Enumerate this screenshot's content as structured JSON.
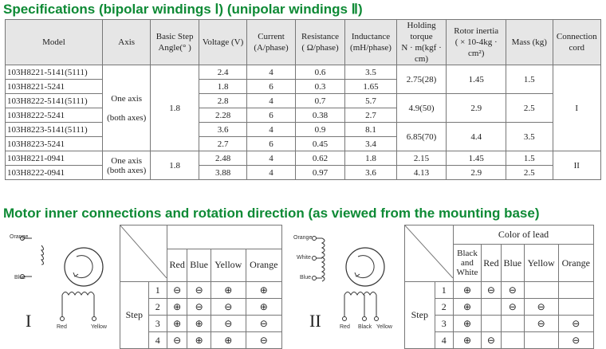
{
  "title1": "Specifications (bipolar windings  Ⅰ) (unipolar windings  Ⅱ)",
  "title2": "Motor inner connections and rotation direction (as viewed from the mounting base)",
  "spec": {
    "h_model": "Model",
    "h_axis": "Axis",
    "h_step1": "Basic Step",
    "h_step2": "Angle(°  )",
    "h_voltage": "Voltage (V)",
    "h_current1": "Current",
    "h_current2": "(A/phase)",
    "h_res1": "Resistance",
    "h_res2": "( Ω/phase)",
    "h_ind1": "Inductance",
    "h_ind2": "(mH/phase)",
    "h_torque1": "Holding torque",
    "h_torque2": "N · m(kgf · cm)",
    "h_inertia1": "Rotor inertia",
    "h_inertia2": "( × 10-4kg · cm²)",
    "h_mass": "Mass (kg)",
    "h_cord1": "Connection",
    "h_cord2": "cord",
    "axis1_a": "One axis",
    "axis1_b": "(both axes)",
    "axis2_a": "One axis",
    "axis2_b": "(both axes)",
    "step1": "1.8",
    "step2": "1.8",
    "cord1": "I",
    "cord2": "II",
    "models": [
      "103H8221-5141(5111)",
      "103H8221-5241",
      "103H8222-5141(5111)",
      "103H8222-5241",
      "103H8223-5141(5111)",
      "103H8223-5241",
      "103H8221-0941",
      "103H8222-0941"
    ],
    "voltage": [
      "2.4",
      "1.8",
      "2.8",
      "2.28",
      "3.6",
      "2.7",
      "2.48",
      "3.88"
    ],
    "current": [
      "4",
      "6",
      "4",
      "6",
      "4",
      "6",
      "4",
      "4"
    ],
    "resistance": [
      "0.6",
      "0.3",
      "0.7",
      "0.38",
      "0.9",
      "0.45",
      "0.62",
      "0.97"
    ],
    "inductance": [
      "3.5",
      "1.65",
      "5.7",
      "2.7",
      "8.1",
      "3.4",
      "1.8",
      "3.6"
    ],
    "torque": [
      "2.75(28)",
      "4.9(50)",
      "6.85(70)",
      "2.15",
      "4.13"
    ],
    "inertia": [
      "1.45",
      "2.9",
      "4.4",
      "1.45",
      "2.9"
    ],
    "mass": [
      "1.5",
      "2.5",
      "3.5",
      "1.5",
      "2.5"
    ]
  },
  "diagram1": {
    "orange": "Orange",
    "blue": "Blue",
    "red": "Red",
    "yellow": "Yellow",
    "roman": "I"
  },
  "diagram2": {
    "orange": "Orange",
    "white": "White",
    "blue": "Blue",
    "red": "Red",
    "black": "Black",
    "yellow": "Yellow",
    "roman": "II"
  },
  "table1": {
    "cols": [
      "Red",
      "Blue",
      "Yellow",
      "Orange"
    ],
    "step_label": "Step",
    "steps": [
      "1",
      "2",
      "3",
      "4"
    ],
    "rows": [
      [
        "⊖",
        "⊖",
        "⊕",
        "⊕"
      ],
      [
        "⊕",
        "⊖",
        "⊖",
        "⊕"
      ],
      [
        "⊕",
        "⊕",
        "⊖",
        "⊖"
      ],
      [
        "⊖",
        "⊕",
        "⊕",
        "⊖"
      ]
    ]
  },
  "table2": {
    "color_of_lead": "Color of lead",
    "cols": [
      "Black and White",
      "Red",
      "Blue",
      "Yellow",
      "Orange"
    ],
    "step_label": "Step",
    "steps": [
      "1",
      "2",
      "3",
      "4"
    ],
    "rows": [
      [
        "⊕",
        "⊖",
        "⊖",
        "",
        ""
      ],
      [
        "⊕",
        "",
        "⊖",
        "⊖",
        ""
      ],
      [
        "⊕",
        "",
        "",
        "⊖",
        "⊖"
      ],
      [
        "⊕",
        "⊖",
        "",
        "",
        "⊖"
      ]
    ]
  }
}
